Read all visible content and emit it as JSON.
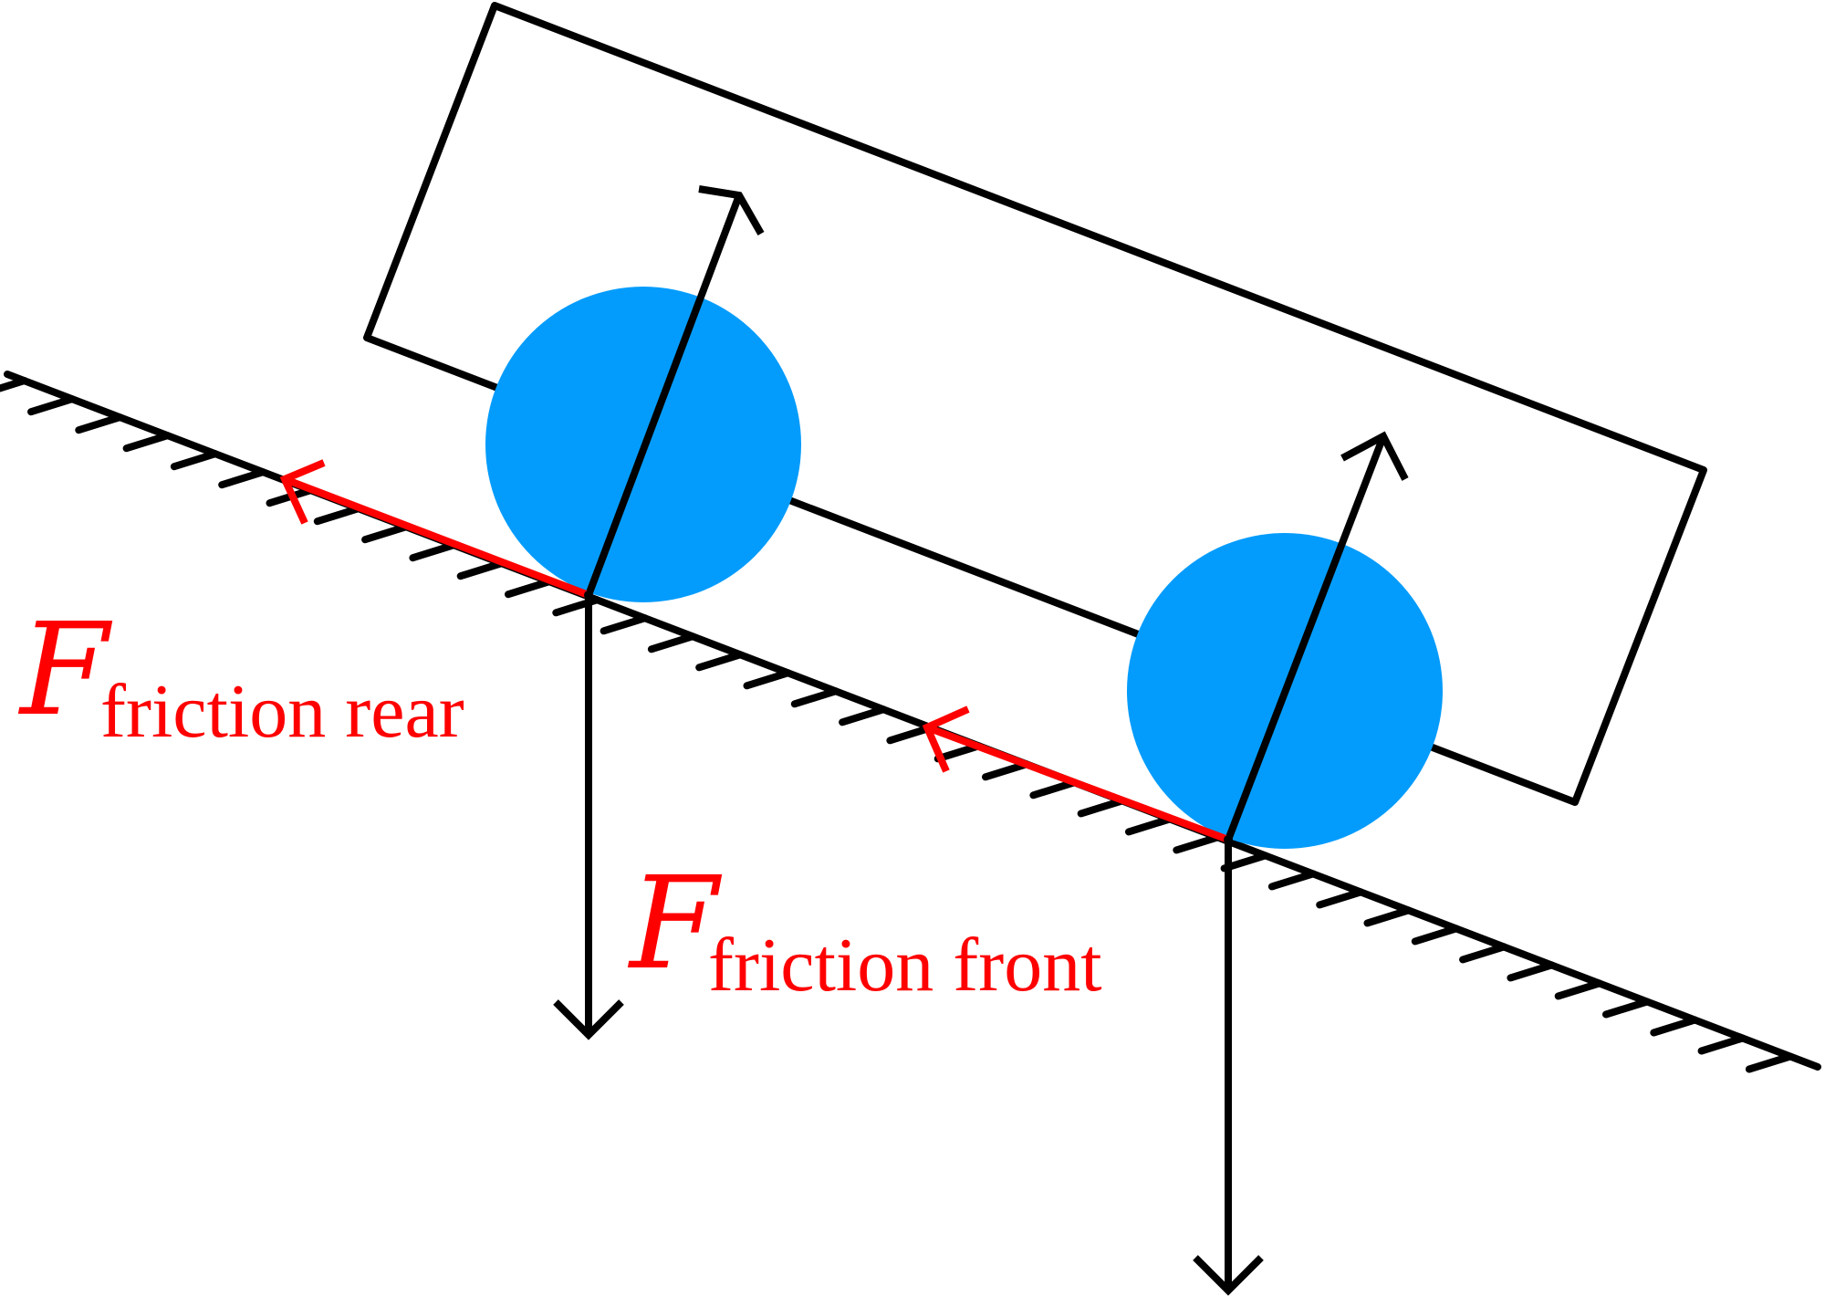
{
  "colors": {
    "line": "#000000",
    "wheel": "#049cfc",
    "friction": "#ff0000",
    "background": "#ffffff"
  },
  "labels": {
    "rear": {
      "symbol": "F",
      "subscript": "friction rear"
    },
    "front": {
      "symbol": "F",
      "subscript": "friction front"
    }
  }
}
